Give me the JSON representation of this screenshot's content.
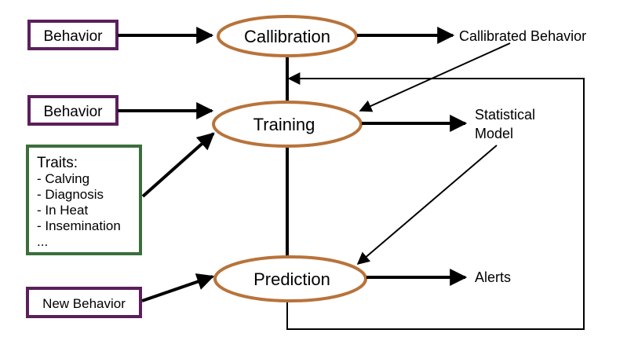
{
  "inputs": {
    "behavior_1": "Behavior",
    "behavior_2": "Behavior",
    "new_behavior": "New Behavior"
  },
  "traits": {
    "title": "Traits:",
    "items": [
      "- Calving",
      "- Diagnosis",
      "- In Heat",
      "- Insemination",
      "..."
    ]
  },
  "processes": {
    "calibration": "Callibration",
    "training": "Training",
    "prediction": "Prediction"
  },
  "outputs": {
    "calibrated_behavior": "Callibrated Behavior",
    "statistical_model_line1": "Statistical",
    "statistical_model_line2": "Model",
    "alerts": "Alerts"
  },
  "colors": {
    "input_box_border": "#5b1f5b",
    "traits_box_border": "#3b6e3b",
    "process_ellipse_border": "#b8733a",
    "arrow": "#000000"
  }
}
